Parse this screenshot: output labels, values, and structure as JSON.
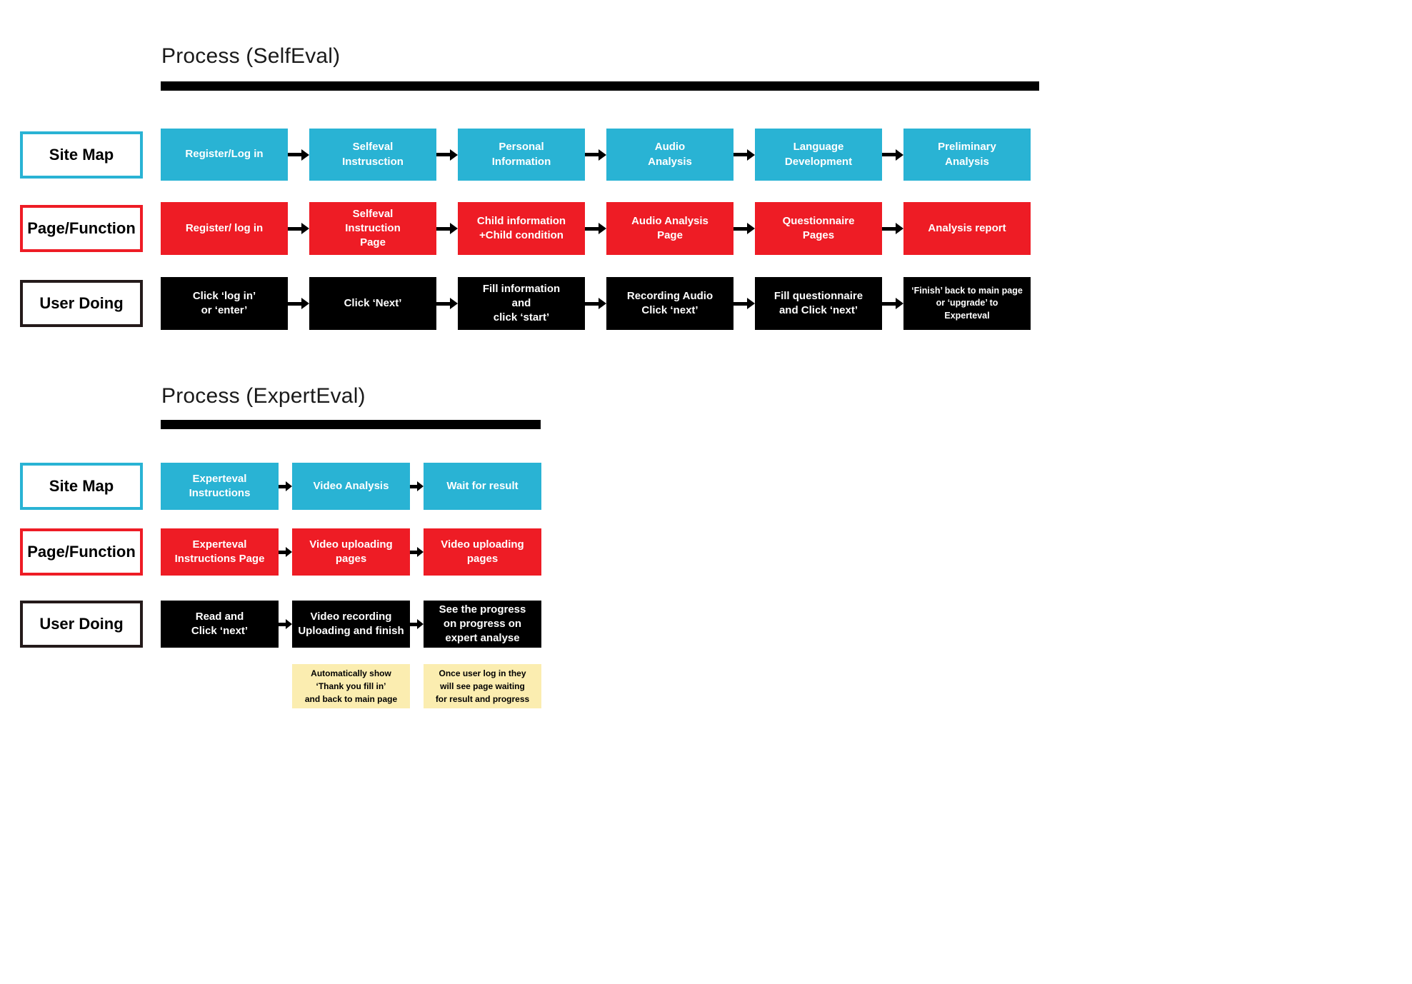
{
  "colors": {
    "cyan": "#29b3d4",
    "red": "#ee1c25",
    "black": "#000000",
    "note_yellow": "#fbedb0",
    "userdoing_border": "#241a1a"
  },
  "selfeval": {
    "title": "Process (SelfEval)",
    "rows": {
      "sitemap": {
        "label": "Site Map",
        "boxes": [
          "Register/Log in",
          "Selfeval\nInstrusction",
          "Personal\nInformation",
          "Audio\nAnalysis",
          "Language\nDevelopment",
          "Preliminary\nAnalysis"
        ]
      },
      "pagefunction": {
        "label": "Page/Function",
        "boxes": [
          "Register/ log in",
          "Selfeval\nInstruction\nPage",
          "Child information\n+Child condition",
          "Audio Analysis\nPage",
          "Questionnaire\nPages",
          "Analysis report"
        ]
      },
      "userdoing": {
        "label": "User Doing",
        "boxes": [
          "Click ‘log in’\nor ‘enter’",
          "Click ‘Next’",
          "Fill information\nand\nclick ‘start’",
          "Recording Audio\nClick ‘next’",
          "Fill questionnaire\nand Click ‘next’",
          "‘Finish’ back to main page\nor ‘upgrade’ to\nExperteval"
        ]
      }
    }
  },
  "experteval": {
    "title": "Process (ExpertEval)",
    "rows": {
      "sitemap": {
        "label": "Site Map",
        "boxes": [
          "Experteval\nInstructions",
          "Video Analysis",
          "Wait for result"
        ]
      },
      "pagefunction": {
        "label": "Page/Function",
        "boxes": [
          "Experteval\nInstructions Page",
          "Video uploading\npages",
          "Video uploading\npages"
        ]
      },
      "userdoing": {
        "label": "User Doing",
        "boxes": [
          "Read and\nClick ‘next’",
          "Video recording\nUploading and finish",
          "See the progress\non progress on\nexpert analyse"
        ]
      }
    },
    "notes": [
      "Automatically show\n‘Thank you fill in’\nand back to main page",
      "Once user log in they\nwill see page waiting\nfor result and progress"
    ]
  }
}
